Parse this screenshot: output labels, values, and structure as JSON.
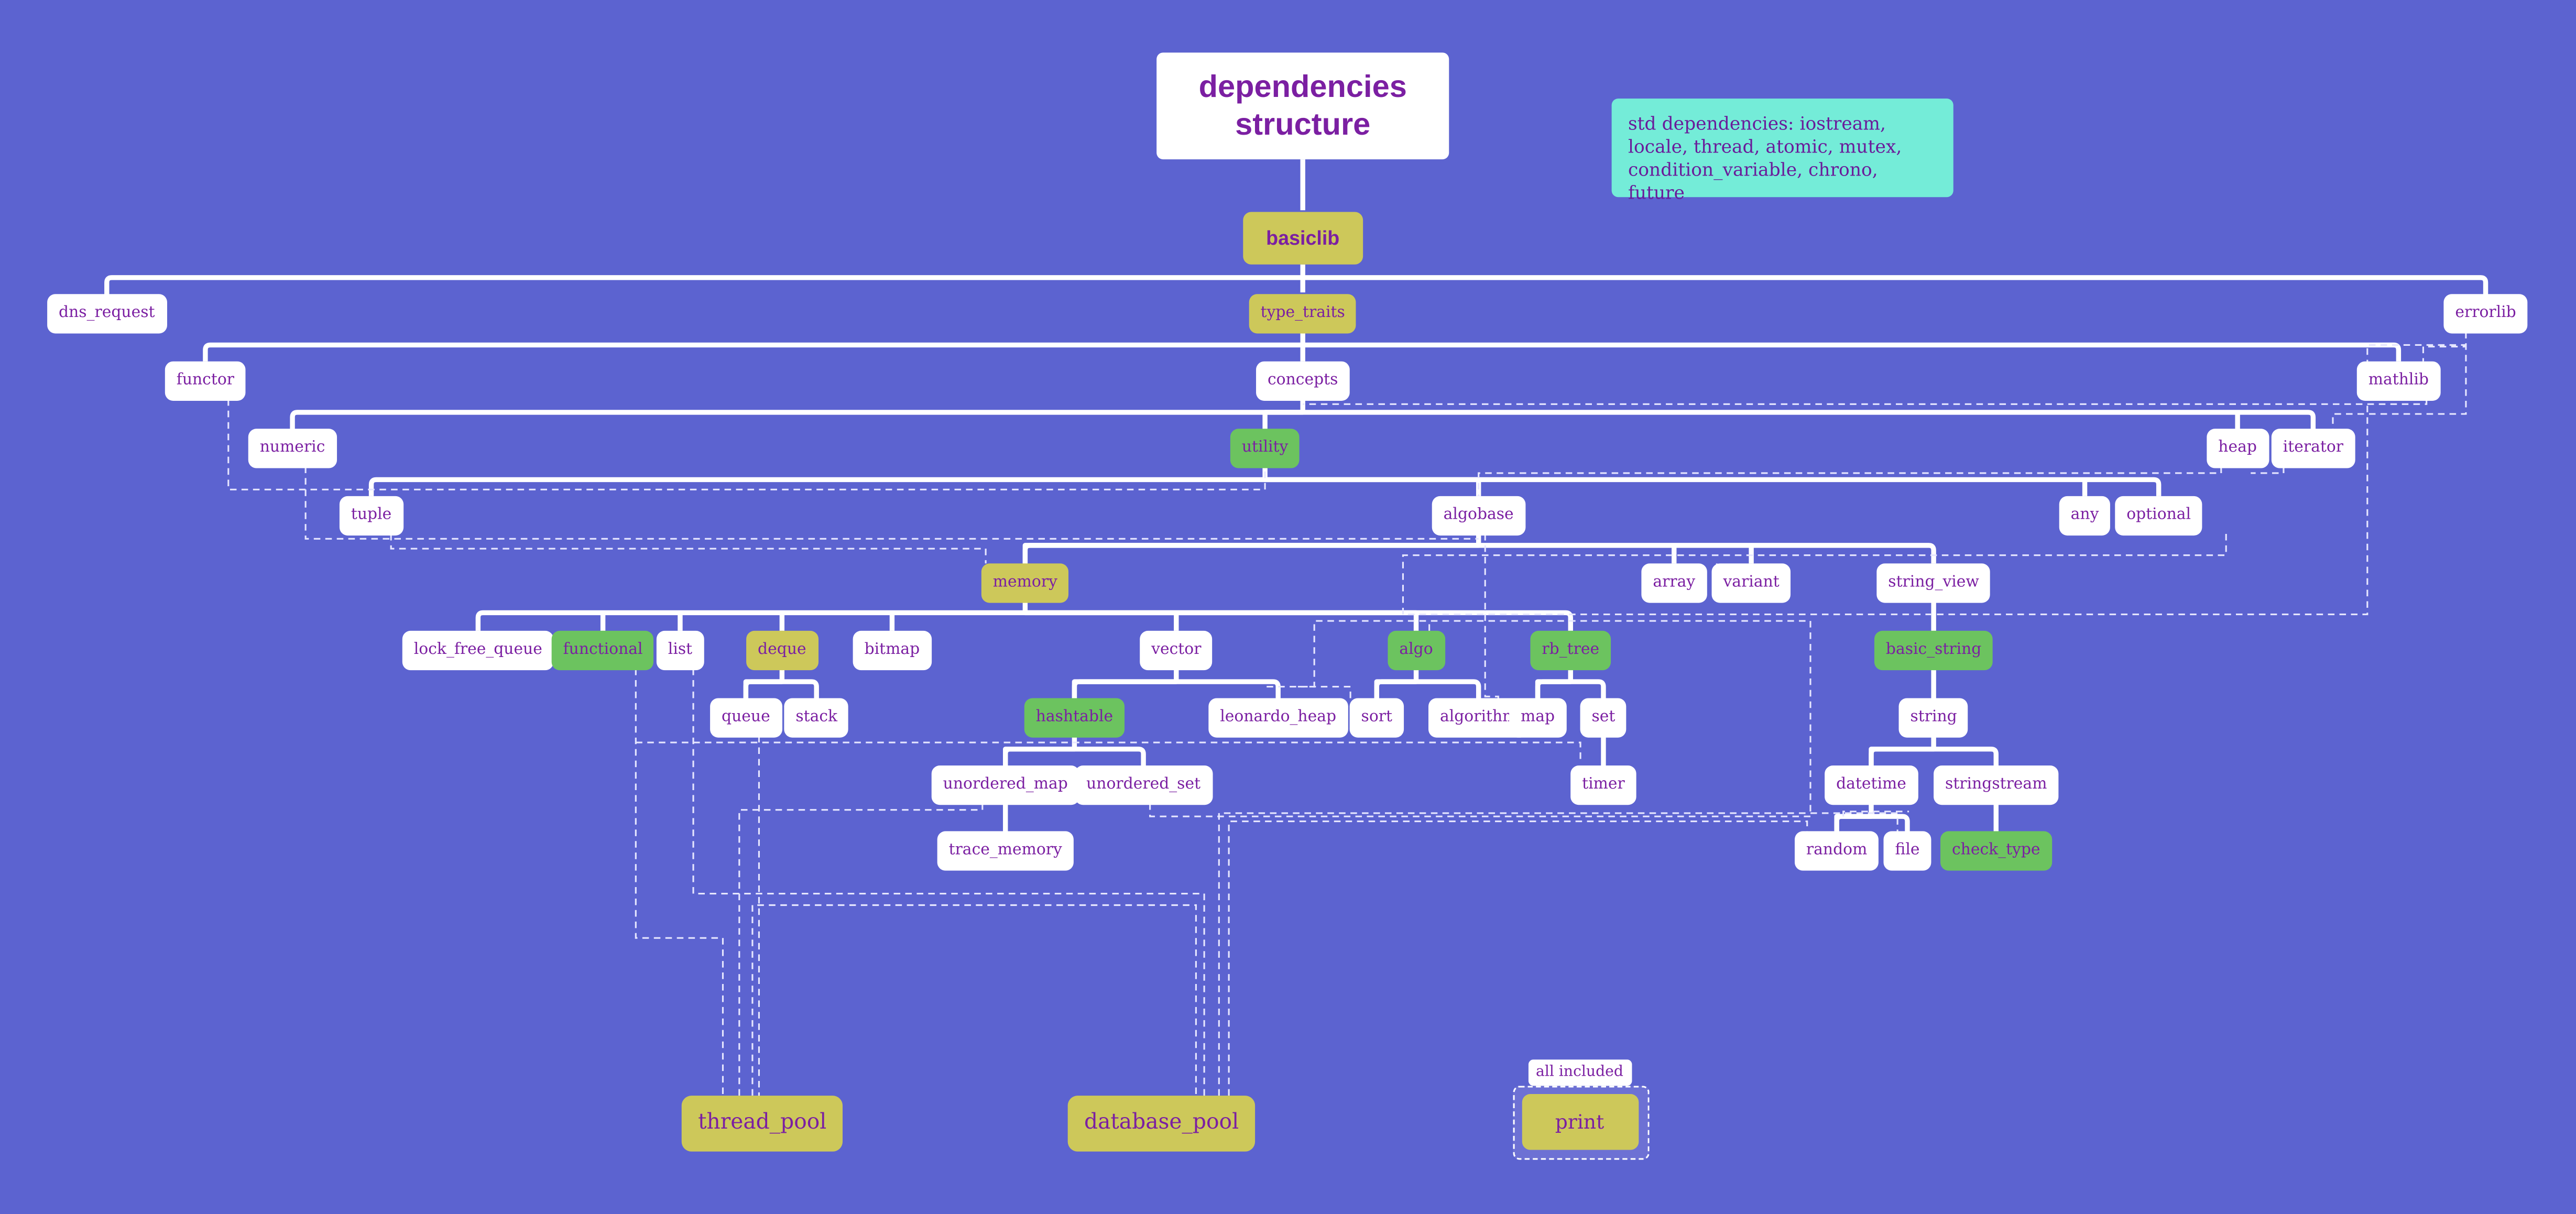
{
  "title": "dependencies\nstructure",
  "root": "basiclib",
  "note": "std dependencies: iostream,\nlocale, thread, atomic, mutex,\ncondition_variable, chrono, future",
  "colors": {
    "background": "#5c63d0",
    "plain_module": "#ffffff",
    "core_module": "#cdc85a",
    "highlight_module": "#6cc35f",
    "note": "#74ecd8",
    "text": "#7b1fa2",
    "link": "#ffffff"
  },
  "modules": {
    "dns_request": "dns_request",
    "type_traits": "type_traits",
    "errorlib": "errorlib",
    "functor": "functor",
    "concepts": "concepts",
    "mathlib": "mathlib",
    "numeric": "numeric",
    "utility": "utility",
    "heap": "heap",
    "iterator": "iterator",
    "tuple": "tuple",
    "algobase": "algobase",
    "any": "any",
    "optional": "optional",
    "memory": "memory",
    "array": "array",
    "variant": "variant",
    "string_view": "string_view",
    "lock_free_queue": "lock_free_queue",
    "functional": "functional",
    "list": "list",
    "deque": "deque",
    "bitmap": "bitmap",
    "vector": "vector",
    "algo": "algo",
    "rb_tree": "rb_tree",
    "basic_string": "basic_string",
    "queue": "queue",
    "stack": "stack",
    "hashtable": "hashtable",
    "leonardo_heap": "leonardo_heap",
    "sort": "sort",
    "algorithm": "algorithm",
    "map": "map",
    "set": "set",
    "string": "string",
    "unordered_map": "unordered_map",
    "unordered_set": "unordered_set",
    "timer": "timer",
    "datetime": "datetime",
    "stringstream": "stringstream",
    "trace_memory": "trace_memory",
    "random": "random",
    "file": "file",
    "check_type": "check_type",
    "thread_pool": "thread_pool",
    "database_pool": "database_pool"
  },
  "print_group": {
    "label": "all included",
    "module": "print"
  }
}
